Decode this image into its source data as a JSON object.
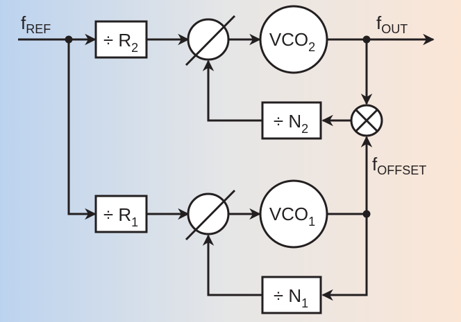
{
  "colors": {
    "gradient_left": "#bcd3ef",
    "gradient_mid": "#e6e6e6",
    "gradient_right": "#fbe6d6",
    "line": "#231f20",
    "block_fill": "#ffffff"
  },
  "signals": {
    "f_ref": {
      "base": "f",
      "sub": "REF"
    },
    "f_out": {
      "base": "f",
      "sub": "OUT"
    },
    "f_offset": {
      "base": "f",
      "sub": "OFFSET"
    }
  },
  "blocks": {
    "r2": {
      "symbol": "÷ R",
      "sub": "2"
    },
    "r1": {
      "symbol": "÷ R",
      "sub": "1"
    },
    "n2": {
      "symbol": "÷ N",
      "sub": "2"
    },
    "n1": {
      "symbol": "÷ N",
      "sub": "1"
    },
    "vco2": {
      "base": "VCO",
      "sub": "2"
    },
    "vco1": {
      "base": "VCO",
      "sub": "1"
    }
  },
  "icons": {
    "phase_detector": "phase-detector-icon",
    "mixer": "mixer-icon"
  }
}
